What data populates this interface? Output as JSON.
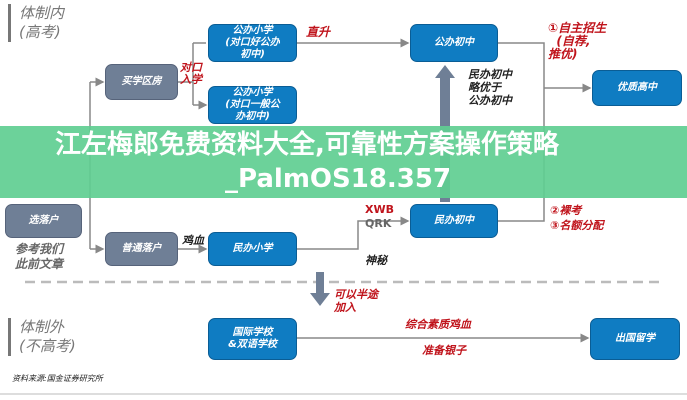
{
  "sections": {
    "inside": "体制内\n(高考)",
    "outside": "体制外\n(不高考)"
  },
  "boxes": {
    "buy_house": "买学区房",
    "public_primary_good": "公办小学\n(对口好公办\n初中)",
    "public_middle": "公办初中",
    "quality_high": "优质高中",
    "public_primary_normal": "公办小学\n(对口一般公\n办初中)",
    "settle_select": "选落户",
    "normal_settle": "普通落户",
    "private_primary": "民办小学",
    "private_middle": "民办初中",
    "intl_school": "国际学校\n&双语学校",
    "study_abroad": "出国留学"
  },
  "labels": {
    "direct": "直升",
    "dui_kou": "对口\n入学",
    "self_recruit": "①自主招生\n  (自荐,\n推优)",
    "naked_exam": "②裸考",
    "quota": "③名额分配",
    "see_articles": "参考我们\n此前文章",
    "jixue": "鸡血",
    "xwb": "XWB",
    "qrk": "QRK",
    "mystery": "神秘",
    "private_better": "民办初中\n略优于\n公办初中",
    "join_midway": "可以半途\n加入",
    "quality_jixue": "综合素质鸡血",
    "money": "准备银子",
    "source": "资料来源:国金证券研究所"
  },
  "banner": {
    "line1": "江左梅郎免费资料大全,可靠性方案操作策略",
    "line2": "_PalmOS18.357"
  },
  "colors": {
    "blue": "#0f7cc2",
    "gray": "#6f7f96",
    "red": "#c0141c",
    "banner": "#5fce91"
  }
}
